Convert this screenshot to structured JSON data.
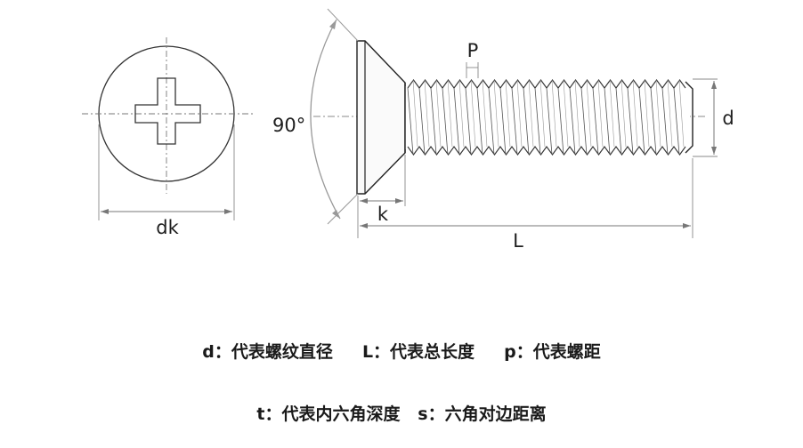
{
  "diagram": {
    "top_view_label": "dk",
    "angle_label": "90°",
    "head_height_label": "k",
    "length_label": "L",
    "pitch_label": "P",
    "diameter_label": "d"
  },
  "legend": {
    "line1": "d：代表螺纹直径     L：代表总长度     p：代表螺距",
    "line2": "t：代表内六角深度   s：六角对边距离"
  }
}
